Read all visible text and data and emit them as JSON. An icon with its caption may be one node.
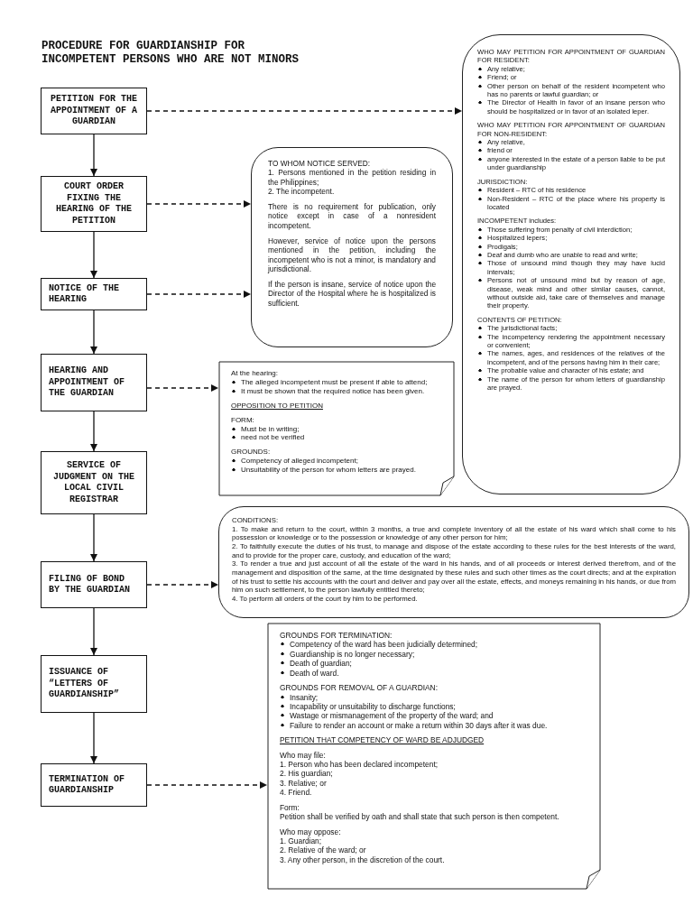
{
  "diagram": {
    "title": "PROCEDURE FOR GUARDIANSHIP FOR INCOMPETENT PERSONS WHO ARE NOT MINORS",
    "nodes": [
      {
        "text": [
          "PETITION FOR THE APPOINTMENT OF A GUARDIAN"
        ]
      },
      {
        "text": [
          "COURT ORDER FIXING THE HEARING OF THE PETITION"
        ]
      },
      {
        "text": [
          "NOTICE OF THE HEARING"
        ]
      },
      {
        "text": [
          "HEARING AND APPOINTMENT OF THE GUARDIAN"
        ]
      },
      {
        "text": [
          "SERVICE OF JUDGMENT ON THE LOCAL CIVIL REGISTRAR"
        ]
      },
      {
        "text": [
          "FILING OF BOND BY THE GUARDIAN"
        ]
      },
      {
        "text": [
          "ISSUANCE OF “LETTERS OF GUARDIANSHIP”"
        ]
      },
      {
        "text": [
          "TERMINATION OF GUARDIANSHIP"
        ]
      },
      {
        "text": [
          "WHO MAY PETITION FOR APPOINTMENT OF GUARDIAN FOR RESIDENT:",
          "Any relative;",
          "Friend; or",
          "Other person on behalf of the resident incompetent who has no parents or lawful guardian; or",
          "The Director of Health in favor of an insane person who should be hospitalized or in favor of an isolated leper.",
          "WHO MAY PETITION FOR APPOINTMENT OF GUARDIAN FOR NON-RESIDENT:",
          "Any relative,",
          "friend or",
          "anyone interested in the estate of a person liable to be put under guardianship",
          "JURISDICTION:",
          "Resident – RTC of his residence",
          "Non-Resident – RTC of the place where his property is located",
          "INCOMPETENT includes:",
          "Those suffering from penalty of civil interdiction;",
          "Hospitalized lepers;",
          "Prodigals;",
          "Deaf and dumb who are unable to read and write;",
          "Those of unsound mind though they may have lucid intervals;",
          "Persons not of unsound mind but by reason of age, disease, weak mind and other similar causes, cannot, without outside aid, take care of themselves and manage their property.",
          "CONTENTS OF PETITION:",
          "The jurisdictional facts;",
          "The incompetency rendering the appointment necessary or convenient;",
          "The names, ages, and residences of the relatives of the incompetent, and of the persons having him in their care;",
          "The probable value and character of his estate; and",
          "The name of the person for whom letters of guardianship are prayed."
        ]
      },
      {
        "text": [
          "TO WHOM NOTICE SERVED:",
          "1. Persons mentioned in the petition residing in the Philippines;",
          "2. The incompetent.",
          "There is no requirement for publication, only notice except in case of a nonresident incompetent.",
          "However, service of notice upon the persons mentioned in the petition, including the incompetent who is not a minor, is mandatory and jurisdictional.",
          "If the person is insane, service of notice upon the Director of the Hospital where he is hospitalized is sufficient."
        ]
      },
      {
        "text": [
          "At the hearing:",
          "The alleged incompetent must be present if able to attend;",
          "It must be shown that the required notice has been given.",
          "OPPOSITION TO PETITION",
          "FORM:",
          "Must be in writing;",
          "need not be verified",
          "GROUNDS:",
          "Competency of alleged incompetent;",
          "Unsuitability of the person for whom letters are prayed."
        ]
      },
      {
        "text": [
          "CONDITIONS:",
          "1. To make and return to the court, within 3 months, a true and complete inventory of all the estate of his ward which shall come to his possession or knowledge or to the possession or knowledge of any other person for him;",
          "2. To faithfully execute the duties of his trust, to manage and dispose of the estate according to these rules for the best interests of the ward, and to provide for the proper care, custody, and education of the ward;",
          "3. To render a true and just account of all the estate of the ward in his hands, and of all proceeds or interest derived therefrom, and of the management and disposition of the same, at the time designated by these rules and such other times as the court directs; and at the expiration of his trust to settle his accounts with the court and deliver and pay over all the estate, effects, and moneys remaining in his hands, or due from him on such settlement, to the person lawfully entitled thereto;",
          "4. To perform all orders of the court by him to be performed."
        ]
      },
      {
        "text": [
          "GROUNDS FOR TERMINATION:",
          "Competency of the ward has been judicially determined;",
          "Guardianship is no longer necessary;",
          "Death of guardian;",
          "Death of ward.",
          "GROUNDS FOR REMOVAL OF A GUARDIAN:",
          "Insanity;",
          "Incapability or unsuitability to discharge functions;",
          "Wastage or mismanagement of the property of the ward; and",
          "Failure to render an account or make a return within 30 days after it was due.",
          "PETITION THAT COMPETENCY OF WARD BE ADJUDGED",
          "Who may file:",
          "1. Person who has been declared incompetent;",
          "2. His guardian;",
          "3. Relative; or",
          "4. Friend.",
          "Form:",
          "Petition shall be verified by oath and shall state that such person is then competent.",
          "Who may oppose:",
          "1. Guardian;",
          "2. Relative of the ward; or",
          "3. Any other person, in the discretion of the court."
        ]
      }
    ],
    "edges": [
      {
        "from": 0,
        "to": 1,
        "arrow": "to"
      },
      {
        "from": 1,
        "to": 2,
        "arrow": "to"
      },
      {
        "from": 2,
        "to": 3,
        "arrow": "to"
      },
      {
        "from": 3,
        "to": 4,
        "arrow": "to"
      },
      {
        "from": 4,
        "to": 5,
        "arrow": "to"
      },
      {
        "from": 5,
        "to": 6,
        "arrow": "to"
      },
      {
        "from": 6,
        "to": 7,
        "arrow": "to"
      },
      {
        "from": 0,
        "to": 8,
        "arrow": "to",
        "style": "dashed"
      },
      {
        "from": 1,
        "to": 9,
        "arrow": "to",
        "style": "dashed"
      },
      {
        "from": 2,
        "to": 9,
        "arrow": "to",
        "style": "dashed"
      },
      {
        "from": 3,
        "to": 10,
        "arrow": "to",
        "style": "dashed"
      },
      {
        "from": 5,
        "to": 11,
        "arrow": "to",
        "style": "dashed"
      },
      {
        "from": 7,
        "to": 12,
        "arrow": "to",
        "style": "dashed"
      }
    ]
  }
}
